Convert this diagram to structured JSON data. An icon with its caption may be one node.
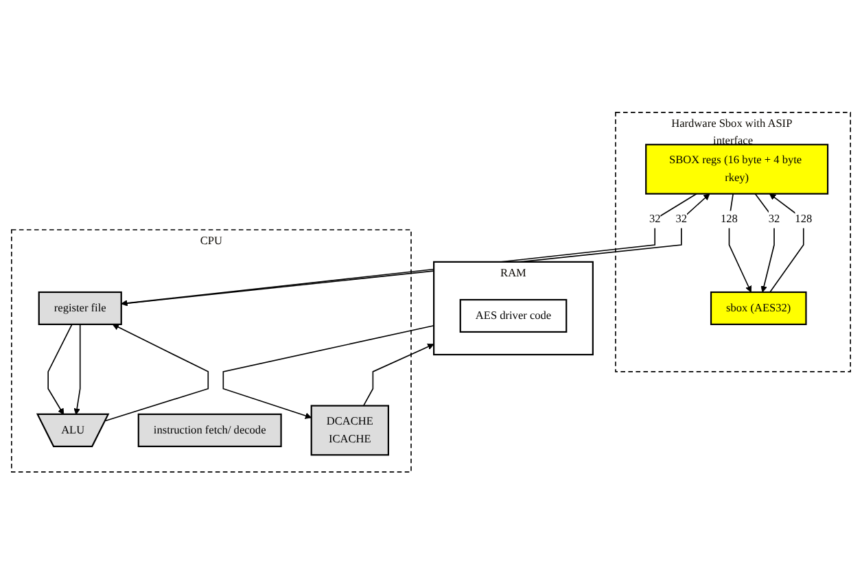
{
  "diagram": {
    "nodes": [
      {
        "text": [
          "Hardware Sbox with ASIP interface"
        ]
      },
      {
        "text": [
          "SBOX regs (16 byte + 4 byte rkey)"
        ],
        "in": 0
      },
      {
        "text": [
          "sbox (AES32)"
        ],
        "in": 0
      },
      {
        "text": [
          "CPU"
        ]
      },
      {
        "text": [
          "register file"
        ],
        "in": 3
      },
      {
        "text": [
          "ALU"
        ],
        "in": 3
      },
      {
        "text": [
          "instruction fetch/ decode"
        ],
        "in": 3
      },
      {
        "text": [
          "DCACHE",
          "ICACHE"
        ],
        "in": 3
      },
      {
        "text": [
          "RAM"
        ]
      },
      {
        "text": [
          "AES driver code"
        ],
        "in": 8
      }
    ],
    "edges": [
      {
        "from": 4,
        "to": 1,
        "arrow": "to",
        "label": "32"
      },
      {
        "from": 1,
        "to": 4,
        "arrow": "to",
        "label": "32"
      },
      {
        "from": 1,
        "to": 2,
        "arrow": "to",
        "label": "128"
      },
      {
        "from": 1,
        "to": 2,
        "arrow": "to",
        "label": "32"
      },
      {
        "from": 2,
        "to": 1,
        "arrow": "to",
        "label": "128"
      },
      {
        "from": 4,
        "to": 5,
        "arrow": "to"
      },
      {
        "from": 4,
        "to": 5,
        "arrow": "to"
      },
      {
        "from": 5,
        "to": 4,
        "arrow": "to"
      },
      {
        "from": 7,
        "to": 8,
        "arrow": "to"
      },
      {
        "from": 8,
        "to": 7,
        "arrow": "to"
      }
    ]
  }
}
